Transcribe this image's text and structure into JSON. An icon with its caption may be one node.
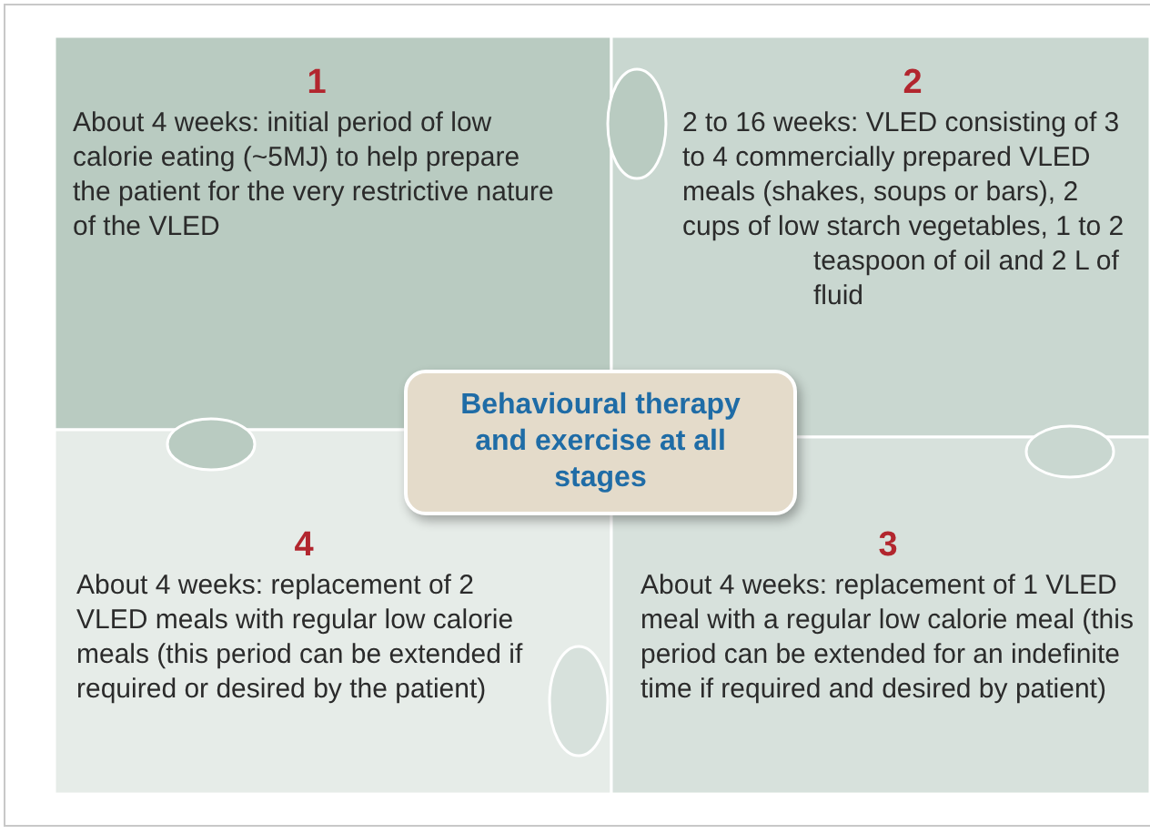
{
  "diagram": {
    "nodes": [
      {
        "text": [
          "1",
          "About 4 weeks: initial period of low calorie eating (~5MJ) to help prepare the patient for the very restrictive nature of the VLED"
        ]
      },
      {
        "text": [
          "2",
          "2 to 16 weeks: VLED consisting of 3 to 4 commercially prepared VLED meals (shakes, soups or bars), 2 cups of low starch vegetables, 1 to 2 teaspoon of oil and 2 L of fluid"
        ]
      },
      {
        "text": [
          "Behavioural therapy and exercise at all stages"
        ]
      },
      {
        "text": [
          "4",
          "About 4 weeks: replacement of 2 VLED meals with regular low calorie meals (this period can be extended if required or desired by the patient)"
        ]
      },
      {
        "text": [
          "3",
          "About 4 weeks: replacement of 1 VLED meal with a regular low calorie meal (this period can be extended for an indefinite time if required and desired by patient)"
        ]
      }
    ],
    "edges": []
  }
}
